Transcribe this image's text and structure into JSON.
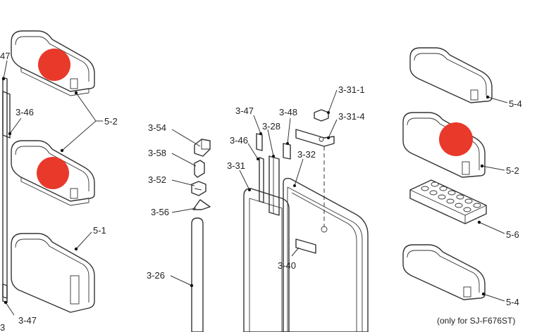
{
  "labels": {
    "l347a": "47",
    "l346a": "3-46",
    "l52a": "5-2",
    "l51": "5-1",
    "l347b": "3-47",
    "l3b": "3",
    "l354": "3-54",
    "l358": "3-58",
    "l352": "3-52",
    "l356": "3-56",
    "l326": "3-26",
    "l347c": "3-47",
    "l348": "3-48",
    "l3311": "3-31-1",
    "l328": "3-28",
    "l3314": "3-31-4",
    "l346b": "3-46",
    "l332": "3-32",
    "l331": "3-31",
    "l340": "3-40",
    "l54a": "5-4",
    "l52b": "5-2",
    "l56": "5-6",
    "l54b": "5-4"
  },
  "note": "(only for SJ-F676ST)",
  "colors": {
    "marker": "#e8392b",
    "line": "#333333"
  }
}
